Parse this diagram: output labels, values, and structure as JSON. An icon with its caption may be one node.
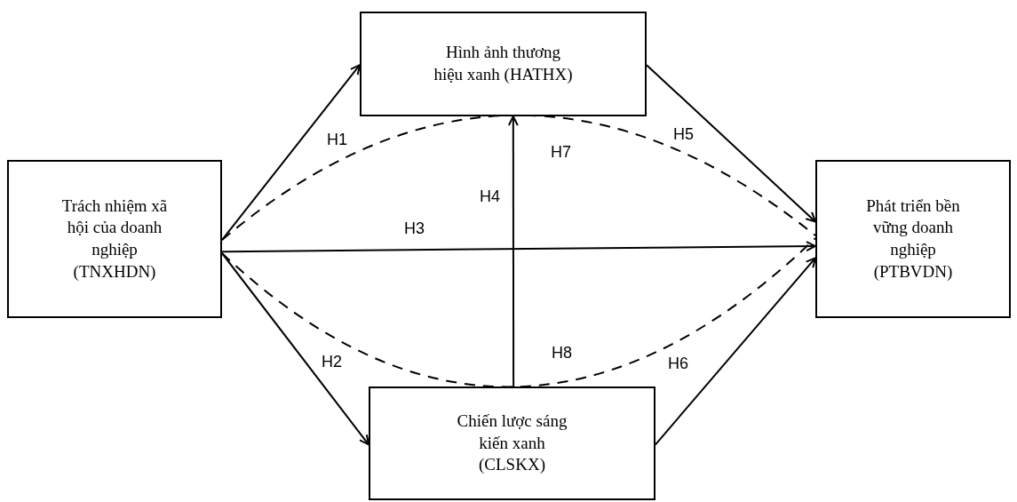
{
  "diagram": {
    "nodes": [
      {
        "text": [
          "Trách nhiệm xã hội của doanh nghiệp (TNXHDN)"
        ]
      },
      {
        "text": [
          "Hình ảnh thương hiệu xanh (HATHX)"
        ]
      },
      {
        "text": [
          "Chiến lược sáng kiến xanh (CLSKX)"
        ]
      },
      {
        "text": [
          "Phát triển bền vững doanh nghiệp (PTBVDN)"
        ]
      }
    ],
    "edges": [
      {
        "from": 0,
        "to": 1,
        "arrow": "to",
        "label": "H1"
      },
      {
        "from": 0,
        "to": 2,
        "arrow": "to",
        "label": "H2"
      },
      {
        "from": 0,
        "to": 3,
        "arrow": "to",
        "label": "H3"
      },
      {
        "from": 2,
        "to": 1,
        "arrow": "to",
        "label": "H4"
      },
      {
        "from": 1,
        "to": 3,
        "arrow": "to",
        "label": "H5"
      },
      {
        "from": 2,
        "to": 3,
        "arrow": "to",
        "label": "H6"
      },
      {
        "from": 0,
        "to": 3,
        "arrow": "none",
        "label": "H7",
        "style": "dashed"
      },
      {
        "from": 0,
        "to": 3,
        "arrow": "none",
        "label": "H8",
        "style": "dashed"
      }
    ]
  }
}
